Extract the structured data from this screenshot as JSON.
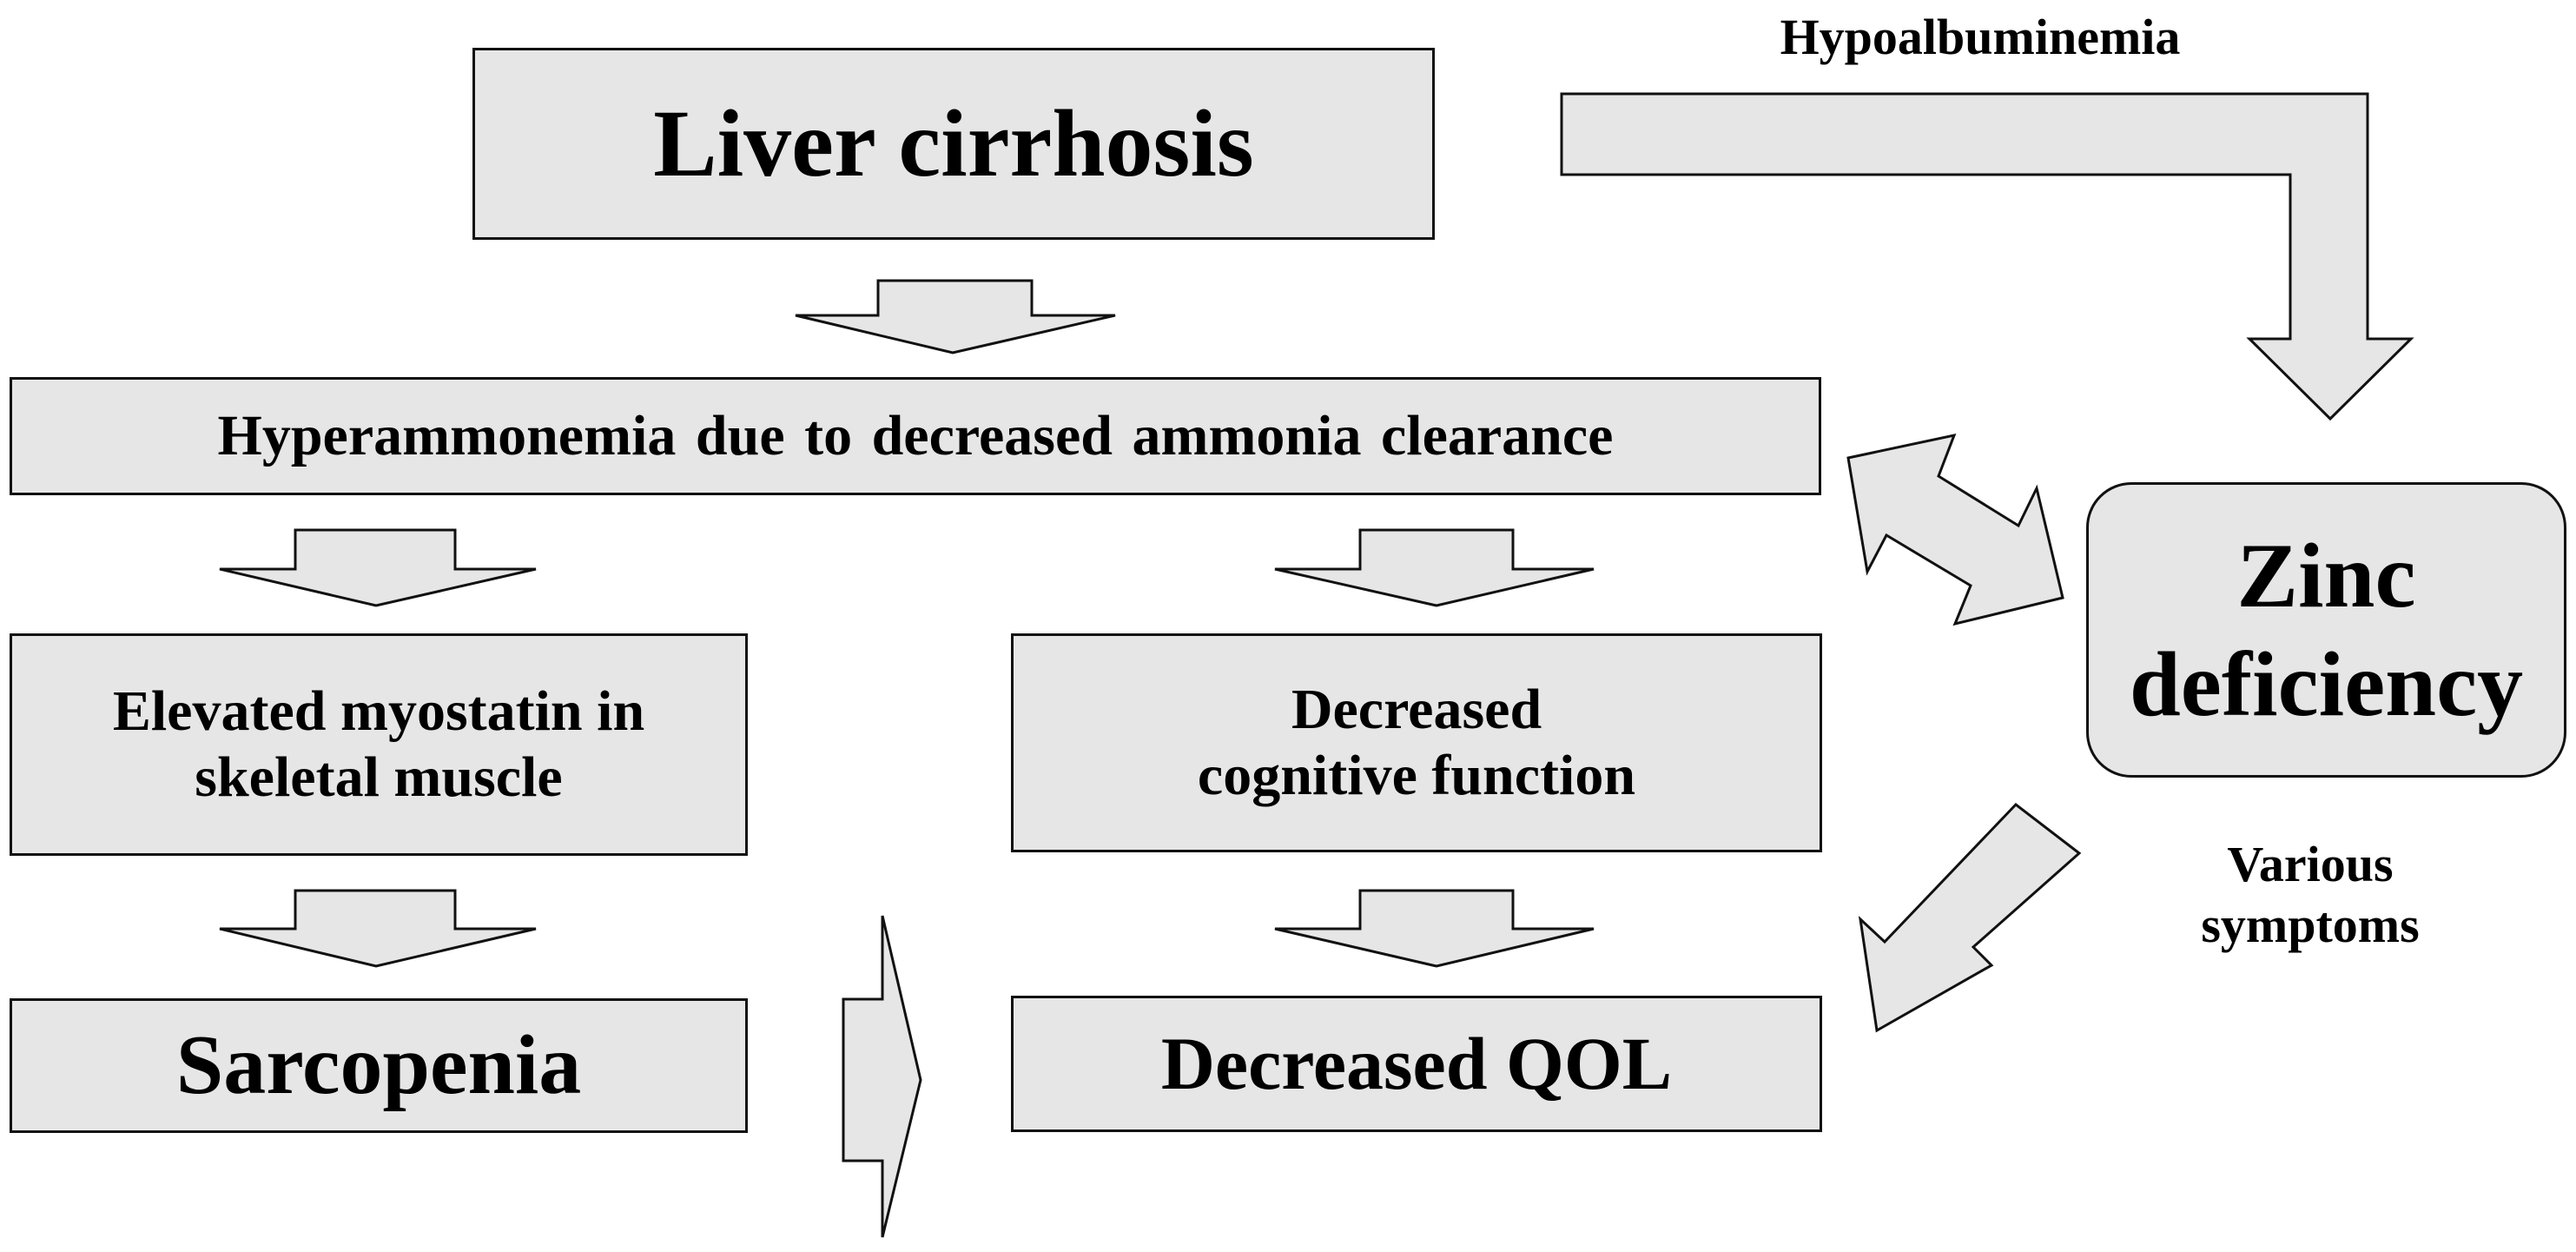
{
  "nodes": {
    "liver_cirrhosis": "Liver cirrhosis",
    "hyperammonemia": "Hyperammonemia  due to decreased ammonia  clearance",
    "myostatin": "Elevated myostatin in\nskeletal muscle",
    "cognitive": "Decreased\ncognitive function",
    "sarcopenia": "Sarcopenia",
    "qol": "Decreased QOL",
    "zinc": "Zinc\ndeficiency"
  },
  "labels": {
    "hypoalbuminemia": "Hypoalbuminemia",
    "various_symptoms": "Various\nsymptoms"
  },
  "colors": {
    "fill": "#e6e6e6",
    "stroke": "#111111",
    "background": "#ffffff"
  }
}
